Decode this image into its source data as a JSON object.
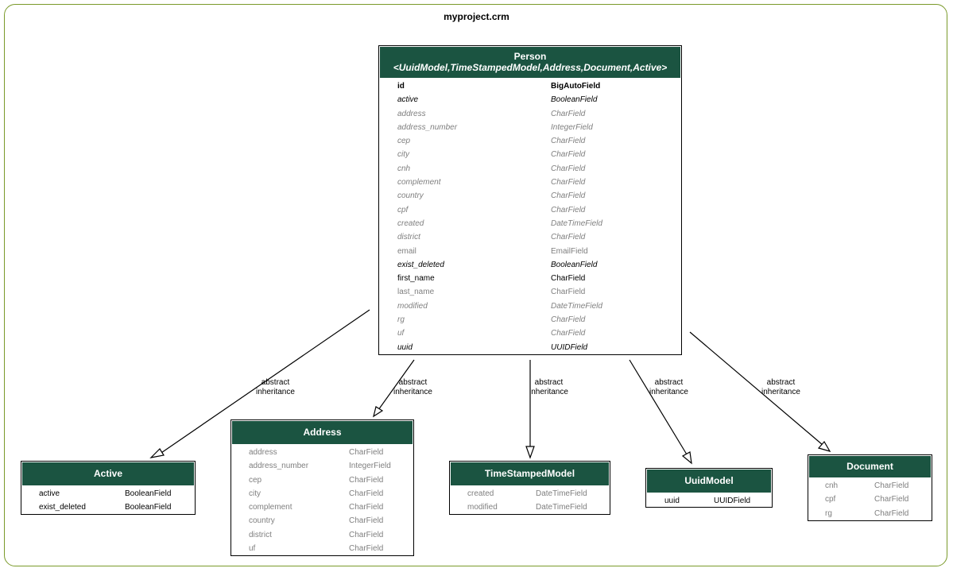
{
  "package_title": "myproject.crm",
  "edge_label": [
    "abstract",
    "inheritance"
  ],
  "colors": {
    "header_bg": "#1b5441",
    "frame": "#7a9a2a",
    "muted": "#7f7f7f"
  },
  "person": {
    "name": "Person",
    "bases": "<UuidModel,TimeStampedModel,Address,Document,Active>",
    "fields": [
      {
        "name": "id",
        "type": "BigAutoField",
        "style": "bold"
      },
      {
        "name": "active",
        "type": "BooleanField",
        "style": "italic"
      },
      {
        "name": "address",
        "type": "CharField",
        "style": "muted-italic"
      },
      {
        "name": "address_number",
        "type": "IntegerField",
        "style": "muted-italic"
      },
      {
        "name": "cep",
        "type": "CharField",
        "style": "muted-italic"
      },
      {
        "name": "city",
        "type": "CharField",
        "style": "muted-italic"
      },
      {
        "name": "cnh",
        "type": "CharField",
        "style": "muted-italic"
      },
      {
        "name": "complement",
        "type": "CharField",
        "style": "muted-italic"
      },
      {
        "name": "country",
        "type": "CharField",
        "style": "muted-italic"
      },
      {
        "name": "cpf",
        "type": "CharField",
        "style": "muted-italic"
      },
      {
        "name": "created",
        "type": "DateTimeField",
        "style": "muted-italic"
      },
      {
        "name": "district",
        "type": "CharField",
        "style": "muted-italic"
      },
      {
        "name": "email",
        "type": "EmailField",
        "style": "muted"
      },
      {
        "name": "exist_deleted",
        "type": "BooleanField",
        "style": "italic"
      },
      {
        "name": "first_name",
        "type": "CharField",
        "style": "normal"
      },
      {
        "name": "last_name",
        "type": "CharField",
        "style": "muted"
      },
      {
        "name": "modified",
        "type": "DateTimeField",
        "style": "muted-italic"
      },
      {
        "name": "rg",
        "type": "CharField",
        "style": "muted-italic"
      },
      {
        "name": "uf",
        "type": "CharField",
        "style": "muted-italic"
      },
      {
        "name": "uuid",
        "type": "UUIDField",
        "style": "italic"
      }
    ]
  },
  "active": {
    "name": "Active",
    "fields": [
      {
        "name": "active",
        "type": "BooleanField",
        "style": "normal"
      },
      {
        "name": "exist_deleted",
        "type": "BooleanField",
        "style": "normal"
      }
    ]
  },
  "address": {
    "name": "Address",
    "fields": [
      {
        "name": "address",
        "type": "CharField",
        "style": "muted"
      },
      {
        "name": "address_number",
        "type": "IntegerField",
        "style": "muted"
      },
      {
        "name": "cep",
        "type": "CharField",
        "style": "muted"
      },
      {
        "name": "city",
        "type": "CharField",
        "style": "muted"
      },
      {
        "name": "complement",
        "type": "CharField",
        "style": "muted"
      },
      {
        "name": "country",
        "type": "CharField",
        "style": "muted"
      },
      {
        "name": "district",
        "type": "CharField",
        "style": "muted"
      },
      {
        "name": "uf",
        "type": "CharField",
        "style": "muted"
      }
    ]
  },
  "timestamped": {
    "name": "TimeStampedModel",
    "fields": [
      {
        "name": "created",
        "type": "DateTimeField",
        "style": "muted"
      },
      {
        "name": "modified",
        "type": "DateTimeField",
        "style": "muted"
      }
    ]
  },
  "uuidmodel": {
    "name": "UuidModel",
    "fields": [
      {
        "name": "uuid",
        "type": "UUIDField",
        "style": "normal"
      }
    ]
  },
  "document": {
    "name": "Document",
    "fields": [
      {
        "name": "cnh",
        "type": "CharField",
        "style": "muted"
      },
      {
        "name": "cpf",
        "type": "CharField",
        "style": "muted"
      },
      {
        "name": "rg",
        "type": "CharField",
        "style": "muted"
      }
    ]
  }
}
